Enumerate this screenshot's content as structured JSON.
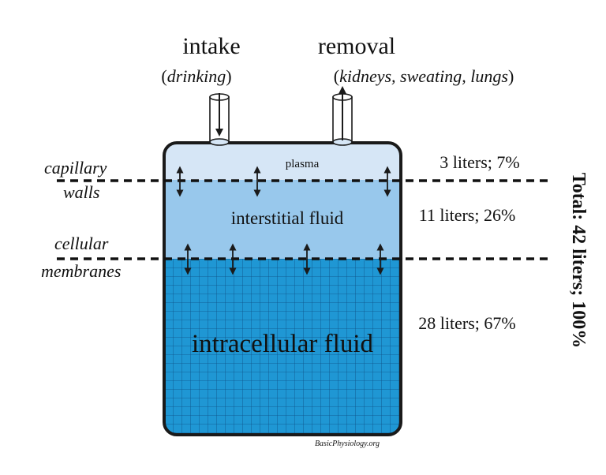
{
  "inputs": {
    "intake": {
      "title": "intake",
      "detail_open": "(",
      "detail": "drinking",
      "detail_close": ")"
    },
    "removal": {
      "title": "removal",
      "detail_open": "(",
      "detail": "kidneys, sweating, lungs",
      "detail_close": ")"
    }
  },
  "barriers": {
    "capillary": {
      "line1": "capillary",
      "line2": "walls"
    },
    "cellular": {
      "line1": "cellular",
      "line2": "membranes"
    }
  },
  "compartments": [
    {
      "name": "plasma",
      "volume": "3 liters; 7%",
      "color": "#d6e6f6"
    },
    {
      "name": "interstitial fluid",
      "volume": "11 liters; 26%",
      "color": "#98c8ec"
    },
    {
      "name": "intracellular fluid",
      "volume": "28 liters; 67%",
      "color": "#1f97d4"
    }
  ],
  "total": "Total: 42 liters; 100%",
  "credit": "BasicPhysiology.org",
  "colors": {
    "grid": "#0d4f86",
    "outline": "#1a1a1a"
  }
}
